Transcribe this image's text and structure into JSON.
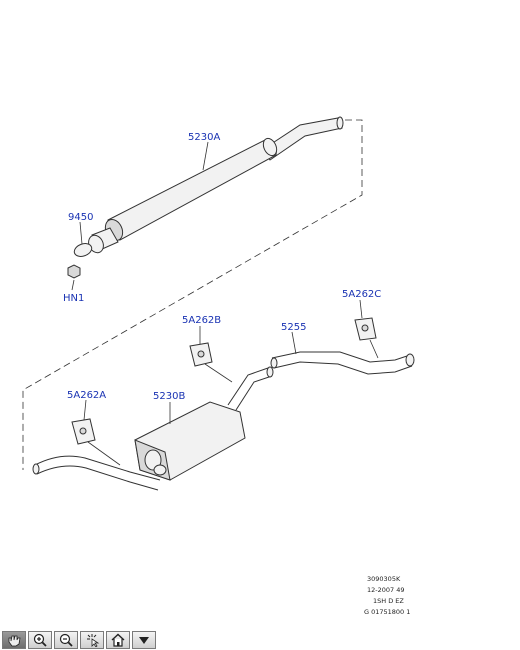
{
  "callouts": {
    "c5230a": "5230A",
    "c9450": "9450",
    "chn1": "HN1",
    "c5a262c": "5A262C",
    "c5a262b": "5A262B",
    "c5255": "5255",
    "c5a262a": "5A262A",
    "c5230b": "5230B"
  },
  "reference": {
    "line1": "3090305K",
    "line2": "12-2007 49",
    "line3": "1SH D EZ",
    "line4": "G 01751800 1"
  },
  "toolbar": {
    "icons": [
      "hand-pan-icon",
      "zoom-in-icon",
      "zoom-out-icon",
      "select-part-icon",
      "home-icon",
      "menu-down-icon"
    ]
  }
}
